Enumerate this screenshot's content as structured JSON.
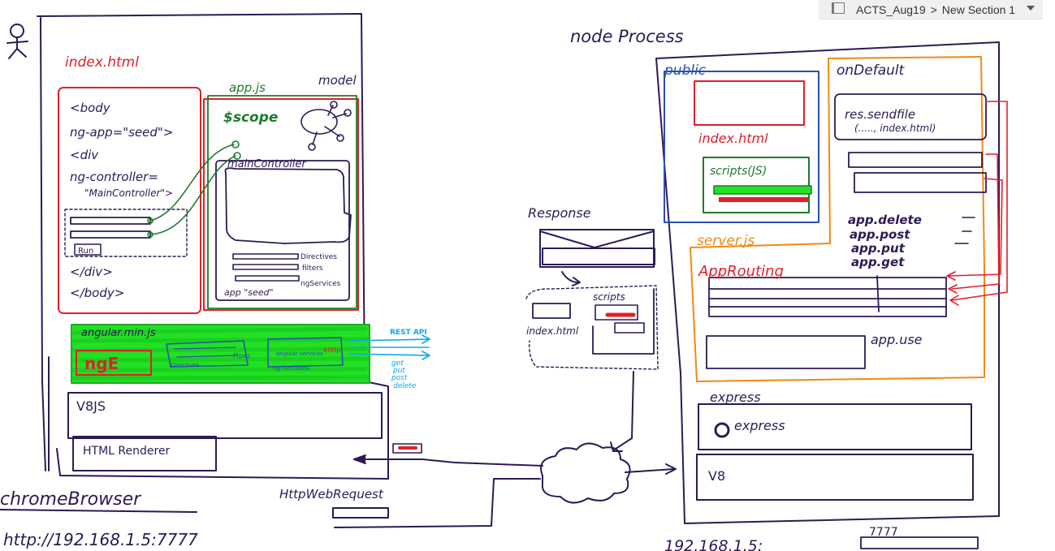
{
  "breadcrumb": {
    "notebook": "ACTS_Aug19",
    "separator": ">",
    "section": "New Section 1"
  },
  "colors": {
    "ink": "#2d1a55",
    "red": "#e0202a",
    "green": "#1f7a2e",
    "bright_green": "#22e024",
    "blue": "#2a4fb0",
    "orange": "#f08a12",
    "cyan": "#10a7ee"
  },
  "browser": {
    "label": "chromeBrowser",
    "url": "http://192.168.1.5:7777",
    "index_html": {
      "title": "index.html",
      "lines": [
        "<body",
        "ng-app=\"seed\">",
        "<div",
        "ng-controller=",
        "\"MainController\">",
        "</div>",
        "</body>"
      ],
      "run_button": "Run"
    },
    "app_js": {
      "title": "app.js",
      "model_label": "model",
      "scope": "$scope",
      "controller": "mainController",
      "items": [
        "Directives",
        "filters",
        "ngServices"
      ],
      "module_label": "app \"seed\""
    },
    "angular": {
      "title": "angular.min.js",
      "ng_label": "ngE",
      "labels": [
        "Directives",
        "Pipes",
        "angular services",
        "ng Functions",
        "$http"
      ],
      "rest_api": "REST API",
      "http_methods": [
        "get",
        "put",
        "post",
        "delete"
      ]
    },
    "v8": "V8JS",
    "renderer": "HTML Renderer"
  },
  "network": {
    "response": "Response",
    "scripts": "scripts",
    "index_html": "index.html",
    "request": "HttpWebRequest"
  },
  "server": {
    "title": "node Process",
    "public": "public",
    "index_html": "index.html",
    "scripts_js": "scripts(JS)",
    "on_default": "onDefault",
    "sendfile_1": "res.sendfile",
    "sendfile_2": "(....., index.html)",
    "methods": [
      "app.delete",
      "app.post",
      "app.put",
      "app.get"
    ],
    "server_js": "server.js",
    "app_routing": "AppRouting",
    "app_use": "app.use",
    "express_title": "express",
    "express_module": "express",
    "v8": "V8",
    "address": "192.168.1.5:",
    "port": "7777"
  }
}
